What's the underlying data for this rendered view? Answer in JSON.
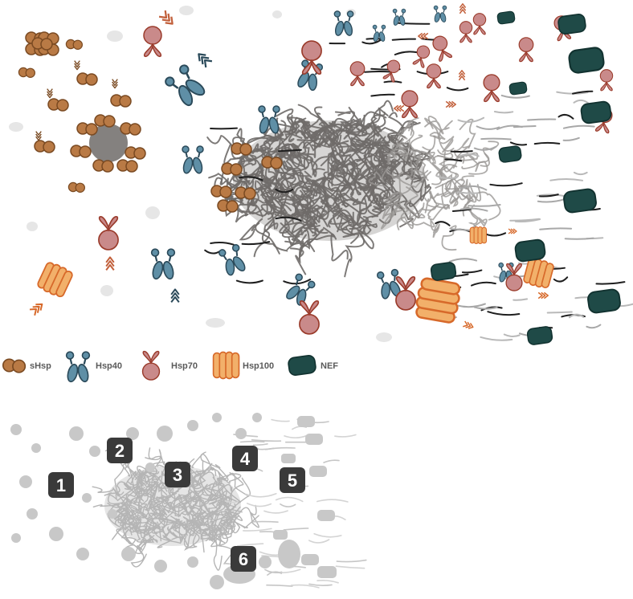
{
  "legend": {
    "items": [
      {
        "key": "shsp",
        "label": "sHsp",
        "color": "#b97a45",
        "icon": "shsp-icon"
      },
      {
        "key": "hsp40",
        "label": "Hsp40",
        "color": "#5f8fa6",
        "icon": "hsp40-icon"
      },
      {
        "key": "hsp70",
        "label": "Hsp70",
        "color": "#c98a8a",
        "icon": "hsp70-icon"
      },
      {
        "key": "hsp100",
        "label": "Hsp100",
        "color": "#f2b06a",
        "icon": "hsp100-icon"
      },
      {
        "key": "nef",
        "label": "NEF",
        "color": "#1f4a47",
        "icon": "nef-icon"
      }
    ]
  },
  "steps": [
    "1",
    "2",
    "3",
    "4",
    "5",
    "6"
  ],
  "colors": {
    "aggregate": "#6f6b69",
    "shsp": "#b97a45",
    "shsp_stroke": "#7a4a22",
    "hsp40": "#5f8fa6",
    "hsp40_stroke": "#2b4a5a",
    "hsp70": "#c98a8a",
    "hsp70_stroke": "#9a3b2b",
    "hsp100": "#f2b06a",
    "hsp100_stroke": "#d7692a",
    "nef": "#1f4a47",
    "badge": "#3a3a3a",
    "ghost": "#c8c8c8"
  }
}
